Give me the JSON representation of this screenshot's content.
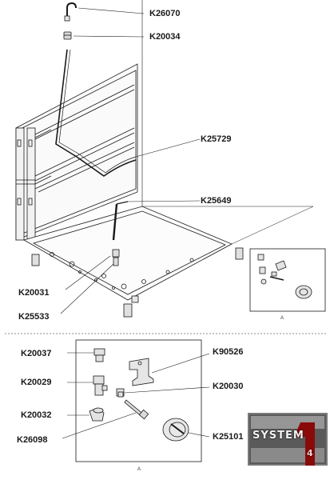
{
  "labels": {
    "k26070": "K26070",
    "k20034": "K20034",
    "k25729": "K25729",
    "k25649": "K25649",
    "k20031": "K20031",
    "k25533": "K25533",
    "k20037": "K20037",
    "k90526": "K90526",
    "k20029": "K20029",
    "k20030": "K20030",
    "k20032": "K20032",
    "k26098": "K26098",
    "k25101": "K25101"
  },
  "inset_label": "A",
  "detail_label": "A",
  "logo": {
    "text": "SYSTEM",
    "digit": "4",
    "digit_color": "#8a0a0a"
  },
  "colors": {
    "line": "#1a1a1a",
    "paper": "#ffffff"
  }
}
